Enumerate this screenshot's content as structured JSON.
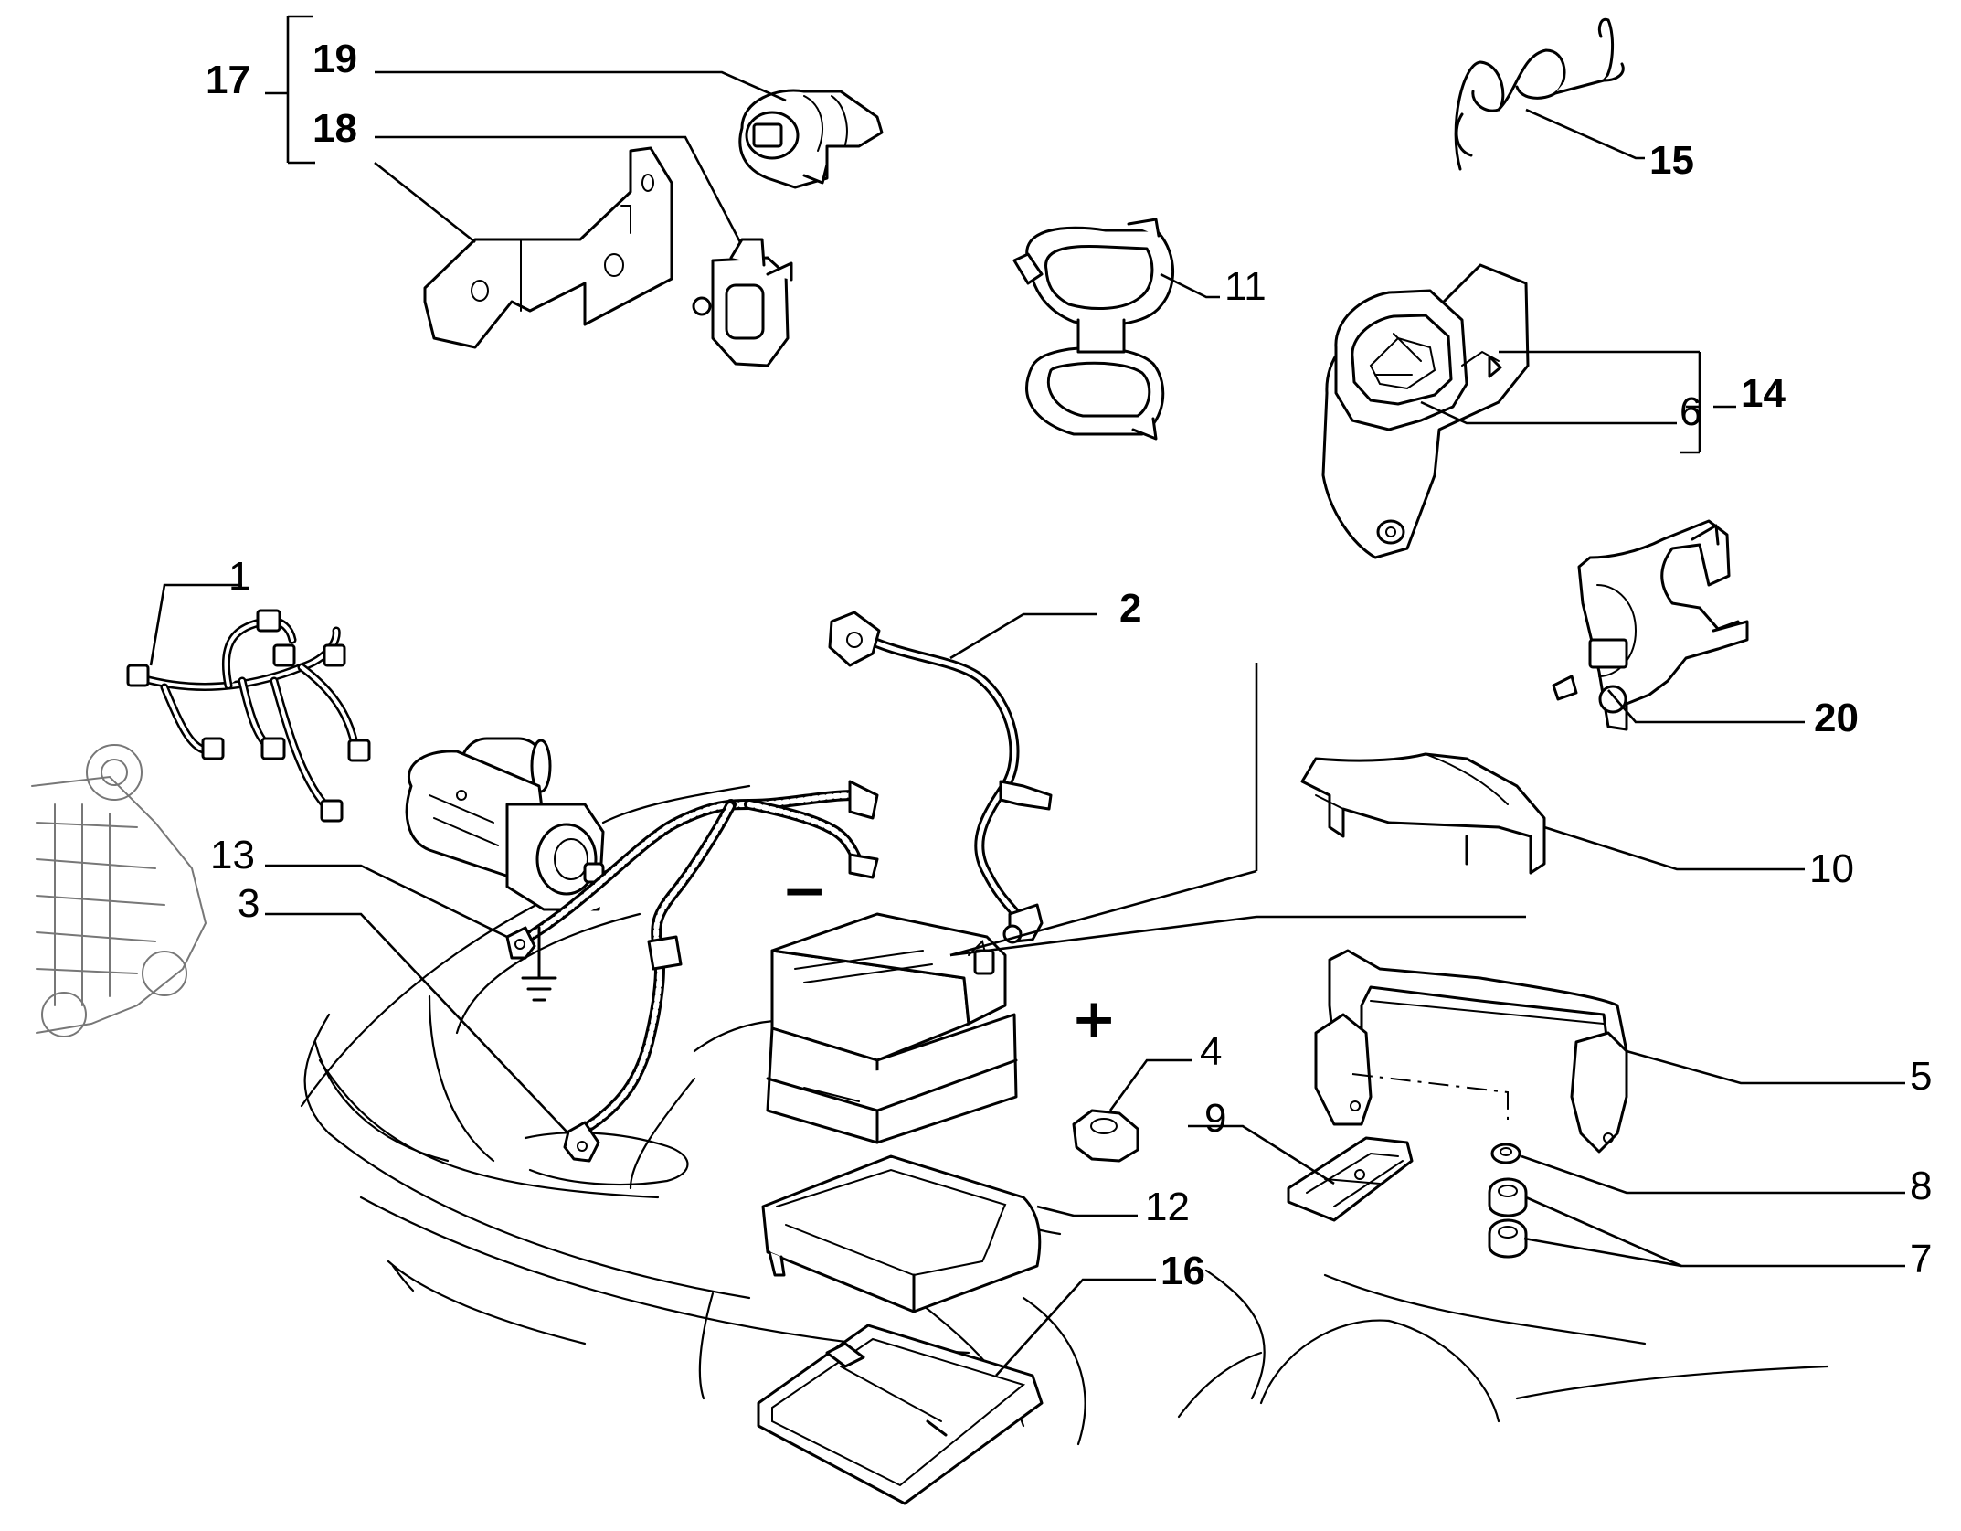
{
  "labels": {
    "l1": "1",
    "l2": "2",
    "l3": "3",
    "l4": "4",
    "l5": "5",
    "l6": "6",
    "l7": "7",
    "l8": "8",
    "l9": "9",
    "l10": "10",
    "l11": "11",
    "l12": "12",
    "l13": "13",
    "l14": "14",
    "l15": "15",
    "l16": "16",
    "l17": "17",
    "l18": "18",
    "l19": "19",
    "l20": "20"
  },
  "symbols": {
    "plus": "+",
    "minus": "−"
  }
}
